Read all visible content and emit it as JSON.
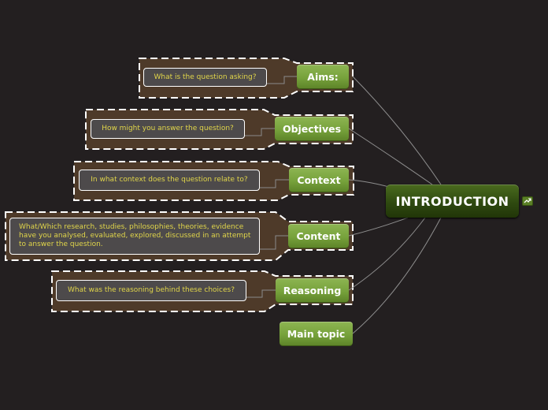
{
  "central": {
    "label": "INTRODUCTION"
  },
  "topics": [
    {
      "label": "Aims:",
      "note": "What is the question asking?"
    },
    {
      "label": "Objectives",
      "note": "How might you answer the question?"
    },
    {
      "label": "Context",
      "note": "In what context does the question relate to?"
    },
    {
      "label": "Content",
      "note": "What/Which research, studies, philosophies, theories, evidence have you analysed, evaluated, explored, discussed in an attempt to answer the question."
    },
    {
      "label": "Reasoning",
      "note": "What was the reasoning behind these choices?"
    },
    {
      "label": "Main topic"
    }
  ],
  "icons": {
    "collapse": "collapse-arrow-icon"
  },
  "colors": {
    "background": "#231f20",
    "topic_green": "#77a23c",
    "central_green": "#2f4a10",
    "boundary_brown": "#4e3a29",
    "note_text": "#e0d54a"
  }
}
